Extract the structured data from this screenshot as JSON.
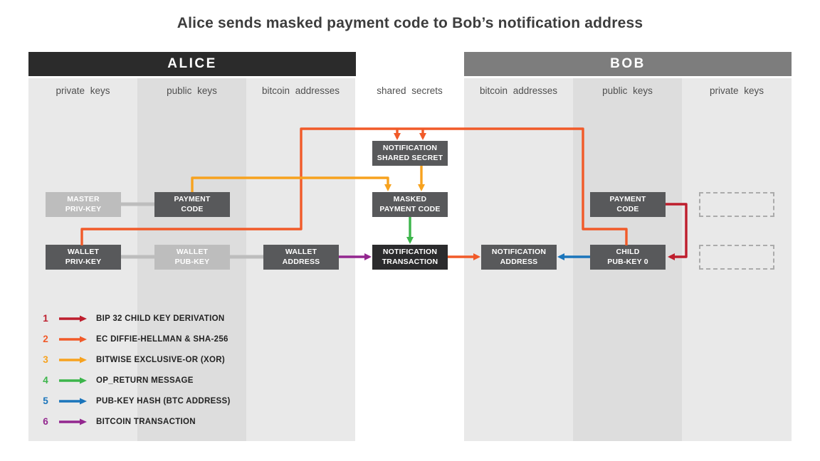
{
  "title": "Alice sends masked payment code to Bob’s notification address",
  "headers": {
    "alice": "ALICE",
    "bob": "BOB"
  },
  "columns": [
    {
      "label": "private keys",
      "side": "alice"
    },
    {
      "label": "public keys",
      "side": "alice"
    },
    {
      "label": "bitcoin addresses",
      "side": "alice"
    },
    {
      "label": "shared secrets",
      "side": "center"
    },
    {
      "label": "bitcoin addresses",
      "side": "bob"
    },
    {
      "label": "public keys",
      "side": "bob"
    },
    {
      "label": "private keys",
      "side": "bob"
    }
  ],
  "boxes": {
    "master_priv_key": {
      "label": "MASTER\nPRIV-KEY"
    },
    "payment_code_alice": {
      "label": "PAYMENT\nCODE"
    },
    "wallet_priv_key": {
      "label": "WALLET\nPRIV-KEY"
    },
    "wallet_pub_key": {
      "label": "WALLET\nPUB-KEY"
    },
    "wallet_address": {
      "label": "WALLET\nADDRESS"
    },
    "notification_shared_secret": {
      "label": "NOTIFICATION\nSHARED SECRET"
    },
    "masked_payment_code": {
      "label": "MASKED\nPAYMENT CODE"
    },
    "notification_transaction": {
      "label": "NOTIFICATION\nTRANSACTION"
    },
    "notification_address": {
      "label": "NOTIFICATION\nADDRESS"
    },
    "payment_code_bob": {
      "label": "PAYMENT\nCODE"
    },
    "child_pub_key_0": {
      "label": "CHILD\nPUB-KEY 0"
    }
  },
  "legend": {
    "items": [
      {
        "number": "1",
        "label": "BIP 32 CHILD KEY DERIVATION",
        "color": "#be1e2d"
      },
      {
        "number": "2",
        "label": "EC DIFFIE-HELLMAN & SHA-256",
        "color": "#f15a29"
      },
      {
        "number": "3",
        "label": "BITWISE EXCLUSIVE-OR (XOR)",
        "color": "#f7a21e"
      },
      {
        "number": "4",
        "label": "OP_RETURN MESSAGE",
        "color": "#3cb54b"
      },
      {
        "number": "5",
        "label": "PUB-KEY HASH (BTC ADDRESS)",
        "color": "#1b75bb"
      },
      {
        "number": "6",
        "label": "BITCOIN TRANSACTION",
        "color": "#93278f"
      }
    ]
  },
  "edges": [
    {
      "from": "master_priv_key",
      "to": "payment_code_alice",
      "color": "gray"
    },
    {
      "from": "wallet_priv_key",
      "to": "wallet_pub_key",
      "color": "gray"
    },
    {
      "from": "wallet_pub_key",
      "to": "wallet_address",
      "color": "gray"
    },
    {
      "from": "wallet_priv_key",
      "to": "notification_shared_secret",
      "color": "orange"
    },
    {
      "from": "child_pub_key_0",
      "to": "notification_shared_secret",
      "color": "orange"
    },
    {
      "from": "payment_code_alice",
      "to": "masked_payment_code",
      "color": "yellow"
    },
    {
      "from": "notification_shared_secret",
      "to": "masked_payment_code",
      "color": "yellow"
    },
    {
      "from": "masked_payment_code",
      "to": "notification_transaction",
      "color": "green"
    },
    {
      "from": "wallet_address",
      "to": "notification_transaction",
      "color": "purple"
    },
    {
      "from": "notification_transaction",
      "to": "notification_address",
      "color": "orange"
    },
    {
      "from": "payment_code_bob",
      "to": "child_pub_key_0",
      "color": "red"
    },
    {
      "from": "child_pub_key_0",
      "to": "notification_address",
      "color": "blue"
    }
  ],
  "colors": {
    "red": "#be1e2d",
    "orange": "#f15a29",
    "yellow": "#f7a21e",
    "green": "#3cb54b",
    "blue": "#1b75bb",
    "purple": "#93278f",
    "connector": "#bdbdbd",
    "box_dark": "#58595b",
    "box_darkest": "#2b2b2d",
    "box_light": "#bdbdbd",
    "alice_header_bg": "#2b2b2b",
    "bob_header_bg": "#7d7d7d",
    "column_shade_light": "#e9e9e9",
    "column_shade_dark": "#dddddd"
  }
}
